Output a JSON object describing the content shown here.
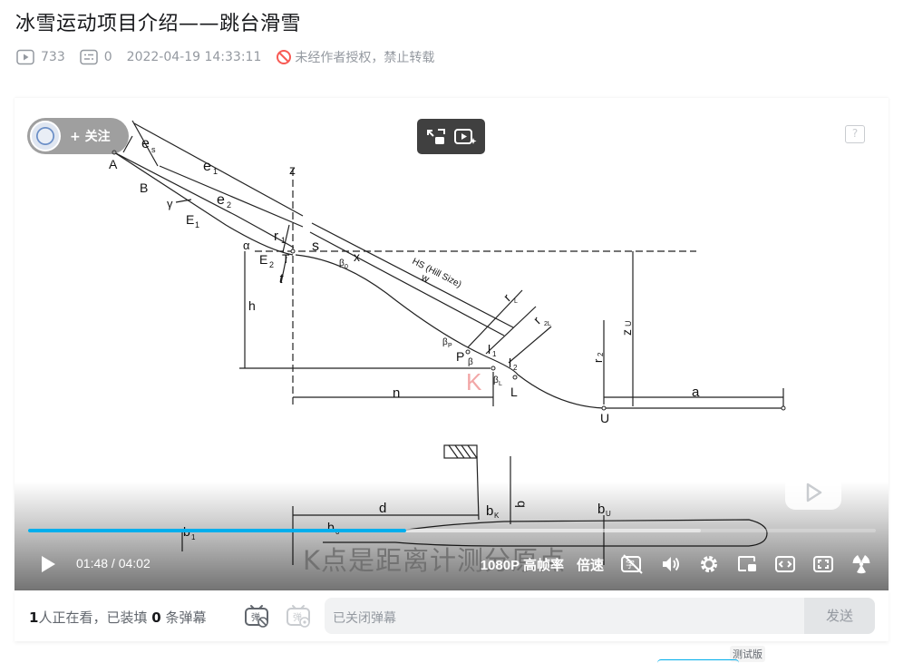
{
  "video": {
    "title": "冰雪运动项目介绍——跳台滑雪",
    "views": "733",
    "danmaku_count": "0",
    "published": "2022-04-19 14:33:11",
    "copyright_notice": "未经作者授权，禁止转载"
  },
  "player": {
    "follow_label": "+ 关注",
    "subtitle": "K点是距离计测分原点",
    "time_current": "01:48",
    "time_separator": " / ",
    "time_total": "04:02",
    "progress_fraction": 0.446,
    "quality_label": "1080P 高帧率",
    "speed_label": "倍速",
    "help_label": "?",
    "accent_color": "#00aeec"
  },
  "diagram_labels": {
    "A": "A",
    "B": "B",
    "es": "e",
    "es_sub": "s",
    "e1": "e",
    "e1_sub": "1",
    "e2": "e",
    "e2_sub": "2",
    "gamma": "γ",
    "E1": "E",
    "E1_sub": "1",
    "z": "z",
    "alpha": "α",
    "r1": "r",
    "r1_sub": "1",
    "E2": "E",
    "E2_sub": "2",
    "T": "T",
    "t": "t",
    "s": "s",
    "beta0": "β",
    "beta0_sub": "0",
    "x": "x",
    "hs": "HS (Hill Size)",
    "w": "w",
    "h": "h",
    "rL": "r",
    "rL_sub": "L",
    "r2L": "r",
    "r2L_sub": "2L",
    "zU": "z",
    "zU_sub": "U",
    "r2": "r",
    "r2_sub": "2",
    "betaP": "β",
    "betaP_sub": "P",
    "P": "P",
    "beta": "β",
    "l1": "l",
    "l1_sub": "1",
    "l2": "l",
    "l2_sub": "2",
    "K": "K",
    "betaL": "β",
    "betaL_sub": "L",
    "L": "L",
    "n": "n",
    "a": "a",
    "U": "U",
    "d": "d",
    "bK": "b",
    "bK_sub": "K",
    "q": "q",
    "bU": "b",
    "bU_sub": "U",
    "b1": "b",
    "b1_sub": "1",
    "b0": "b",
    "b0_sub": "0"
  },
  "danmaku": {
    "watching_count": "1",
    "watching_text": "人正在看，已装填",
    "loaded_count": "0",
    "loaded_suffix": "条弹幕",
    "input_placeholder": "已关闭弹幕",
    "send_label": "发送"
  },
  "beta_tag": "测试版"
}
